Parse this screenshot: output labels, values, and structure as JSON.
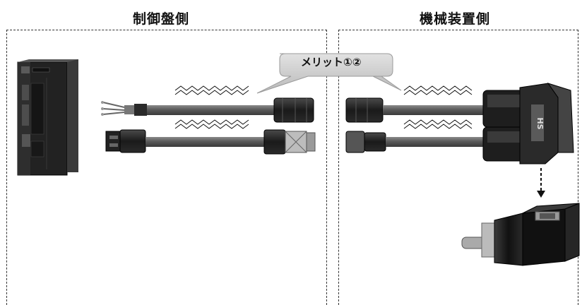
{
  "headings": {
    "control_panel_side": "制御盤側",
    "machine_side": "機械装置側"
  },
  "callout": {
    "label": "メリット①②"
  },
  "connector_marking": "HS",
  "colors": {
    "cable": "#5a5a5a",
    "connector": "#1c1c1c",
    "callout_fill": "#c9c9c9",
    "dashed_border": "#333333"
  }
}
